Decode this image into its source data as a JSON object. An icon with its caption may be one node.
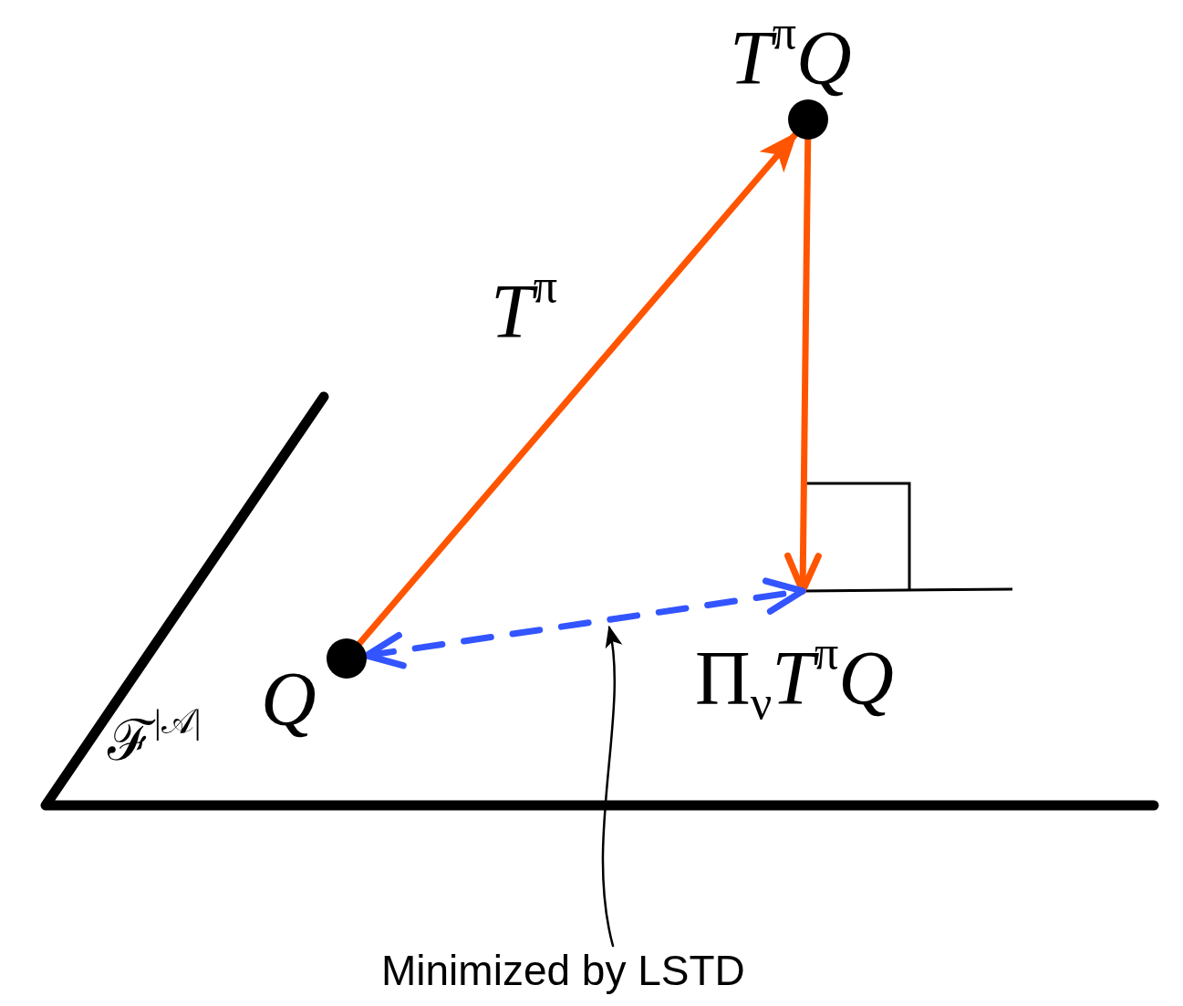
{
  "diagram": {
    "nodes": [
      {
        "text": [
          "*T*$^{π}$*Q*"
        ]
      },
      {
        "text": [
          "Π$_{ν}$*T*$^{π}$*Q*"
        ]
      },
      {
        "text": [
          "*Q*"
        ]
      },
      {
        "text": [
          "Minimized by LSTD"
        ]
      }
    ],
    "edges": [
      {
        "from": 2,
        "to": 0,
        "arrow": "to",
        "color": "#ff5500",
        "label": "*T*$^{π}$"
      },
      {
        "from": 0,
        "to": 1,
        "arrow": "to",
        "color": "#ff5500"
      },
      {
        "from": 2,
        "to": 1,
        "arrow": "both",
        "style": "dashed",
        "color": "#3355ff"
      },
      {
        "from": 3,
        "to": null,
        "arrow": "to",
        "color": "#000000"
      }
    ],
    "labels": [
      "ℱ$^{|𝒜|}$"
    ]
  }
}
